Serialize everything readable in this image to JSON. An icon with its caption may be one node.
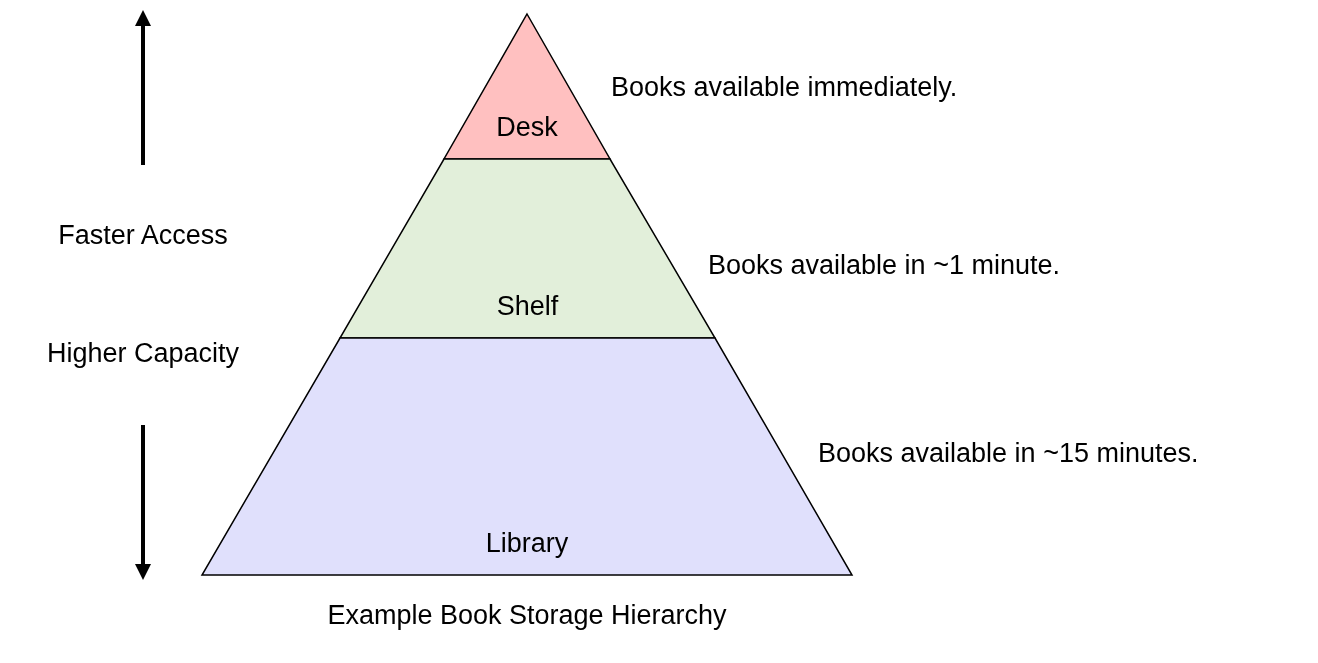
{
  "diagram": {
    "caption": "Example Book Storage Hierarchy",
    "nodes": [
      {
        "text": [
          "Desk"
        ],
        "beside": [
          "Books available immediately."
        ]
      },
      {
        "text": [
          "Shelf"
        ],
        "beside": [
          "Books available in ~1 minute."
        ]
      },
      {
        "text": [
          "Library"
        ],
        "beside": [
          "Books available in ~15 minutes."
        ]
      }
    ],
    "labels": [
      "Faster Access",
      "Higher Capacity"
    ]
  }
}
